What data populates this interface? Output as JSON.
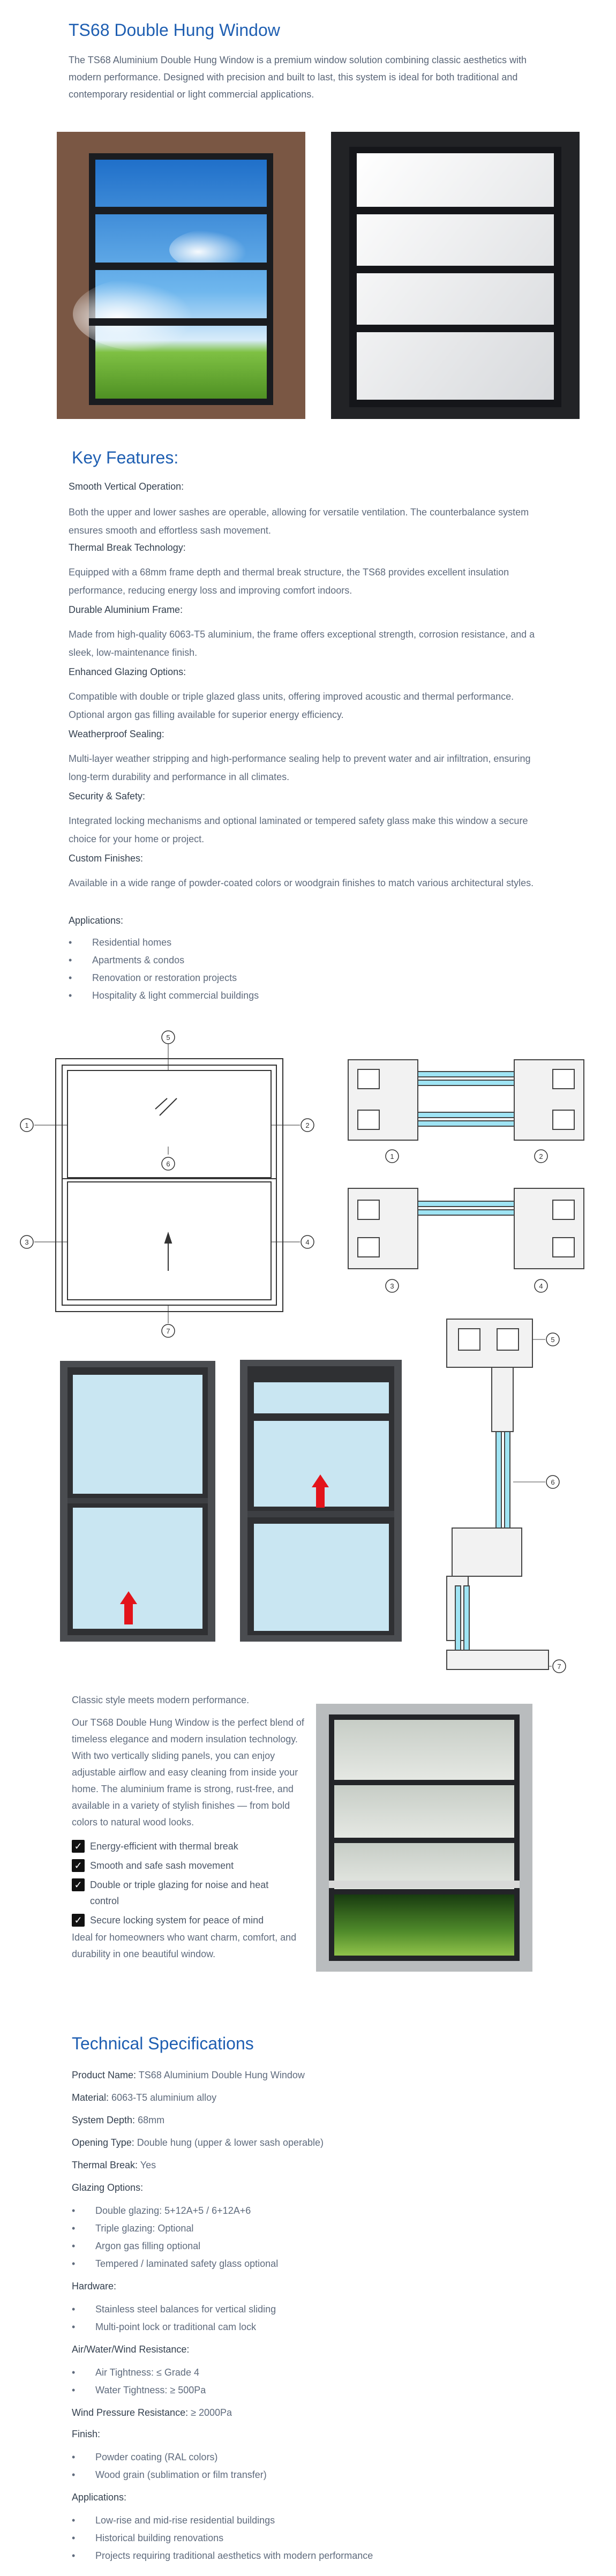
{
  "header": {
    "title": "TS68 Double Hung Window",
    "intro": "The TS68 Aluminium Double Hung Window is a premium window solution combining classic aesthetics with modern performance. Designed with precision and built to last, this system is ideal for both traditional and contemporary residential or light commercial applications."
  },
  "key_features": {
    "heading": "Key Features:",
    "items": [
      {
        "title": "Smooth Vertical Operation:",
        "desc": "Both the upper and lower sashes are operable, allowing for versatile ventilation. The counterbalance system ensures smooth and effortless sash movement."
      },
      {
        "title": "Thermal Break Technology:",
        "desc": "Equipped with a 68mm frame depth and thermal break structure, the TS68 provides excellent insulation performance, reducing energy loss and improving comfort indoors."
      },
      {
        "title": "Durable Aluminium Frame:",
        "desc": "Made from high-quality 6063-T5 aluminium, the frame offers exceptional strength, corrosion resistance, and a sleek, low-maintenance finish."
      },
      {
        "title": "Enhanced Glazing Options:",
        "desc": "Compatible with double or triple glazed glass units, offering improved acoustic and thermal performance. Optional argon gas filling available for superior energy efficiency."
      },
      {
        "title": "Weatherproof Sealing:",
        "desc": "Multi-layer weather stripping and high-performance sealing help to prevent water and air infiltration, ensuring long-term durability and performance in all climates."
      },
      {
        "title": "Security & Safety:",
        "desc": "Integrated locking mechanisms and optional laminated or tempered safety glass make this window a secure choice for your home or project."
      },
      {
        "title": "Custom Finishes:",
        "desc": "Available in a wide range of powder-coated colors or woodgrain finishes to match various architectural styles."
      }
    ],
    "applications_title": "Applications:",
    "applications": [
      "Residential homes",
      "Apartments & condos",
      "Renovation or restoration projects",
      "Hospitality & light commercial buildings"
    ]
  },
  "diagram_labels": {
    "n1": "1",
    "n2": "2",
    "n3": "3",
    "n4": "4",
    "n5": "5",
    "n6": "6",
    "n7": "7"
  },
  "classic": {
    "tagline": "Classic style meets modern performance.",
    "body": "Our TS68 Double Hung Window is the perfect blend of timeless elegance and modern insulation technology. With two vertically sliding panels, you can enjoy adjustable airflow and easy cleaning from inside your home. The aluminium frame is strong, rust-free, and available in a variety of stylish finishes — from bold colors to natural wood looks.",
    "checks": [
      "Energy-efficient with thermal break",
      "Smooth and safe sash movement",
      "Double or triple glazing for noise and heat control",
      "Secure locking system for peace of mind"
    ],
    "closing": "Ideal for homeowners who want charm, comfort, and durability in one beautiful window."
  },
  "specs": {
    "heading": "Technical Specifications",
    "product_name_label": "Product Name:",
    "product_name": "TS68 Aluminium Double Hung Window",
    "material_label": "Material:",
    "material": "6063-T5 aluminium alloy",
    "system_depth_label": "System Depth:",
    "system_depth": "68mm",
    "opening_type_label": "Opening Type:",
    "opening_type": "Double hung (upper & lower sash operable)",
    "thermal_break_label": "Thermal Break:",
    "thermal_break": "Yes",
    "glazing_title": "Glazing Options:",
    "glazing": [
      "Double glazing: 5+12A+5 / 6+12A+6",
      "Triple glazing: Optional",
      "Argon gas filling optional",
      "Tempered / laminated safety glass optional"
    ],
    "hardware_title": "Hardware:",
    "hardware": [
      "Stainless steel balances for vertical sliding",
      "Multi-point lock or traditional cam lock"
    ],
    "awr_title": "Air/Water/Wind Resistance:",
    "awr": [
      "Air Tightness: ≤ Grade 4",
      "Water Tightness: ≥ 500Pa"
    ],
    "wind_label": "Wind Pressure Resistance:",
    "wind": "≥ 2000Pa",
    "finish_title": "Finish:",
    "finish": [
      "Powder coating (RAL colors)",
      "Wood grain (sublimation or film transfer)"
    ],
    "applications_title": "Applications:",
    "applications": [
      "Low-rise and mid-rise residential buildings",
      "Historical building renovations",
      "Projects requiring traditional aesthetics with modern performance"
    ]
  }
}
